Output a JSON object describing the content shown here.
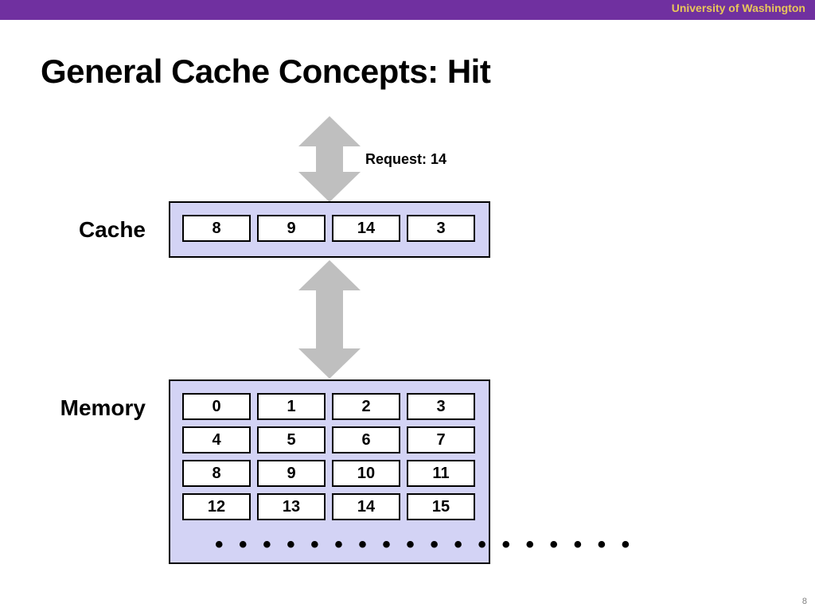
{
  "header": {
    "organization": "University of Washington",
    "bar_color": "#7030a0",
    "org_color": "#e8c65b"
  },
  "slide": {
    "title": "General Cache Concepts: Hit",
    "page_number": "8"
  },
  "request": {
    "label": "Request: 14"
  },
  "cache": {
    "label": "Cache",
    "blocks": [
      "8",
      "9",
      "14",
      "3"
    ],
    "panel_color": "#d3d3f5"
  },
  "memory": {
    "label": "Memory",
    "rows": [
      [
        "0",
        "1",
        "2",
        "3"
      ],
      [
        "4",
        "5",
        "6",
        "7"
      ],
      [
        "8",
        "9",
        "10",
        "11"
      ],
      [
        "12",
        "13",
        "14",
        "15"
      ]
    ],
    "continuation": "• • • • • • • • • • • • • • • • • •",
    "panel_color": "#d3d3f5"
  },
  "arrows": {
    "color": "#bfbfbf",
    "top_arrow": "bidirectional",
    "middle_arrow": "bidirectional"
  }
}
